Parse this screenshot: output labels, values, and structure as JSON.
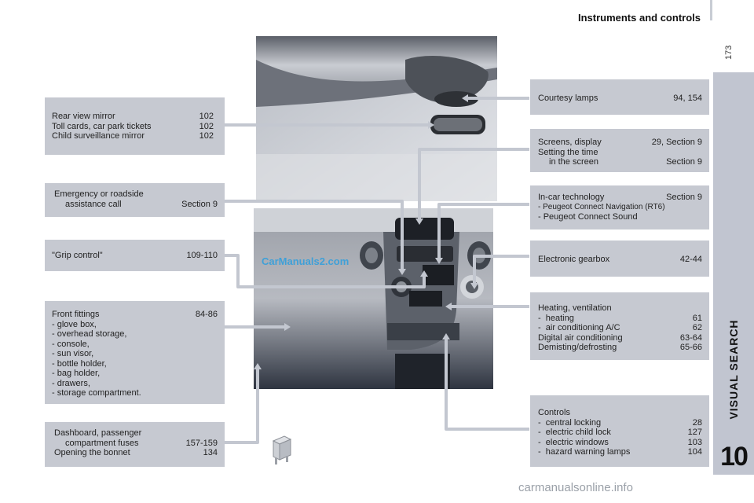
{
  "header": {
    "title": "Instruments and controls",
    "page_number": "173"
  },
  "sidebar": {
    "section": "VISUAL SEARCH",
    "chapter": "10"
  },
  "watermark": "CarManuals2.com",
  "footer": "carmanualsonline.info",
  "left_boxes": {
    "mirror": {
      "rows": [
        {
          "label": "Rear view mirror",
          "page": "102"
        },
        {
          "label": "Toll cards, car park tickets",
          "page": "102"
        },
        {
          "label": "Child surveillance mirror",
          "page": "102"
        }
      ]
    },
    "emergency": {
      "line1": "Emergency or roadside",
      "line2": "assistance call",
      "page": "Section 9"
    },
    "grip": {
      "label": "\"Grip control\"",
      "page": "109-110"
    },
    "front": {
      "label": "Front fittings",
      "page": "84-86",
      "items": [
        "-  glove box,",
        "-  overhead storage,",
        "-  console,",
        "-  sun visor,",
        "-  bottle holder,",
        "-  bag holder,",
        "-  drawers,",
        "-  storage compartment."
      ]
    },
    "dashboard": {
      "line1": "Dashboard, passenger",
      "line2": "compartment fuses",
      "page1": "157-159",
      "line3": "Opening the bonnet",
      "page2": "134"
    }
  },
  "right_boxes": {
    "courtesy": {
      "label": "Courtesy lamps",
      "page": "94, 154"
    },
    "screens": {
      "line1": "Screens, display",
      "page1": "29, Section 9",
      "line2": "Setting the time",
      "line3": "in the screen",
      "page2": "Section 9"
    },
    "incar": {
      "label": "In-car technology",
      "page": "Section 9",
      "items": [
        "-  Peugeot Connect Navigation (RT6)",
        "-  Peugeot Connect Sound"
      ]
    },
    "gearbox": {
      "label": "Electronic gearbox",
      "page": "42-44"
    },
    "heating": {
      "title": "Heating, ventilation",
      "rows": [
        {
          "label": "-  heating",
          "page": "61"
        },
        {
          "label": "-  air conditioning A/C",
          "page": "62"
        },
        {
          "label": "Digital air conditioning",
          "page": "63-64"
        },
        {
          "label": "Demisting/defrosting",
          "page": "65-66"
        }
      ]
    },
    "controls": {
      "title": "Controls",
      "rows": [
        {
          "label": "-  central locking",
          "page": "28"
        },
        {
          "label": "-  electric child lock",
          "page": "127"
        },
        {
          "label": "-  electric windows",
          "page": "103"
        },
        {
          "label": "-  hazard warning lamps",
          "page": "104"
        }
      ]
    }
  },
  "colors": {
    "box": "#c6c9d1",
    "leader": "#c3c7d0",
    "sidetab": "#c1c5d0"
  }
}
